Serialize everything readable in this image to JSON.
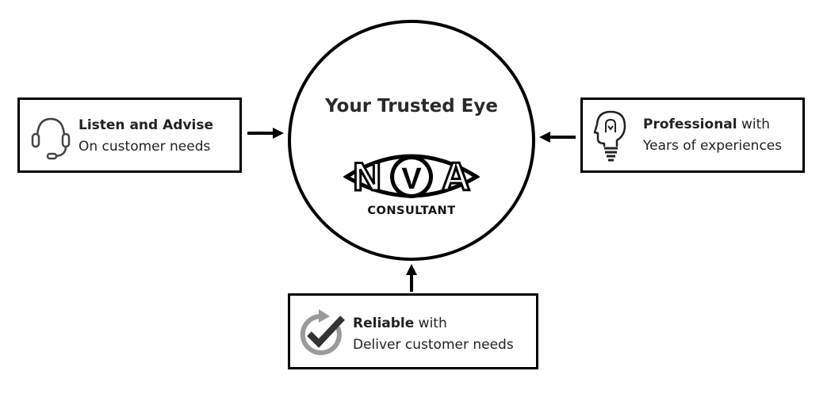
{
  "center": {
    "title": "Your Trusted Eye",
    "logo_letters": [
      "N",
      "V",
      "A"
    ],
    "logo_subtitle": "CONSULTANT"
  },
  "nodes": {
    "left": {
      "icon": "headset-icon",
      "bold": "Listen and Advise",
      "rest": "",
      "line2": "On customer needs"
    },
    "right": {
      "icon": "lightbulb-head-icon",
      "bold": "Professional",
      "rest": " with",
      "line2": "Years of experiences"
    },
    "bottom": {
      "icon": "refresh-check-icon",
      "bold": "Reliable",
      "rest": " with",
      "line2": "Deliver customer needs"
    }
  },
  "edges": [
    {
      "from": "left",
      "to": "center"
    },
    {
      "from": "right",
      "to": "center"
    },
    {
      "from": "bottom",
      "to": "center"
    }
  ]
}
